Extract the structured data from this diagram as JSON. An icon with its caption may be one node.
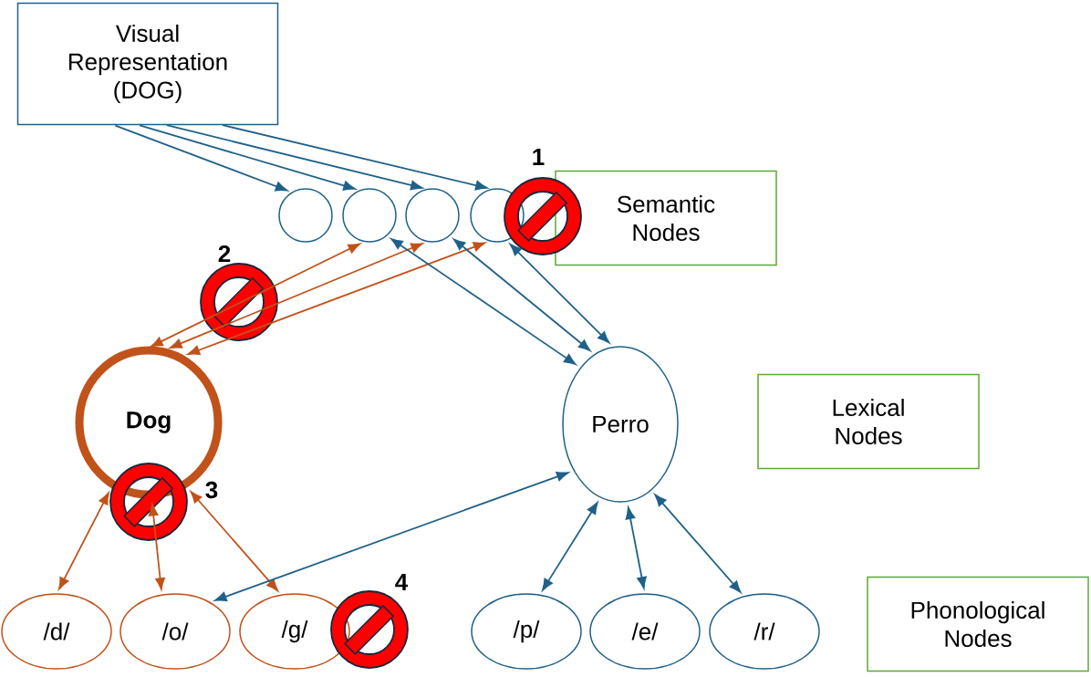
{
  "diagram": {
    "nodes": [
      {
        "text": [
          "Visual Representation (DOG)"
        ]
      },
      {
        "text": [],
        "shape": "circle"
      },
      {
        "text": [],
        "shape": "circle"
      },
      {
        "text": [],
        "shape": "circle"
      },
      {
        "text": [],
        "shape": "circle"
      },
      {
        "text": [
          "Semantic Nodes"
        ]
      },
      {
        "text": [
          "Dog"
        ]
      },
      {
        "text": [
          "Perro"
        ]
      },
      {
        "text": [
          "Lexical Nodes"
        ]
      },
      {
        "text": [
          "/d/"
        ]
      },
      {
        "text": [
          "/o/"
        ]
      },
      {
        "text": [
          "/g/"
        ]
      },
      {
        "text": [
          "/p/"
        ]
      },
      {
        "text": [
          "/e/"
        ]
      },
      {
        "text": [
          "/r/"
        ]
      },
      {
        "text": [
          "Phonological Nodes"
        ]
      }
    ],
    "edges": [
      {
        "from": 0,
        "to": 1,
        "arrow": "to"
      },
      {
        "from": 0,
        "to": 2,
        "arrow": "to"
      },
      {
        "from": 0,
        "to": 3,
        "arrow": "to"
      },
      {
        "from": 0,
        "to": 4,
        "arrow": "to"
      },
      {
        "from": 6,
        "to": 2,
        "arrow": "both",
        "color": "#c0521a"
      },
      {
        "from": 6,
        "to": 3,
        "arrow": "both",
        "color": "#c0521a"
      },
      {
        "from": 6,
        "to": 4,
        "arrow": "both",
        "color": "#c0521a"
      },
      {
        "from": 7,
        "to": 2,
        "arrow": "both"
      },
      {
        "from": 7,
        "to": 3,
        "arrow": "both"
      },
      {
        "from": 7,
        "to": 4,
        "arrow": "both"
      },
      {
        "from": 6,
        "to": 9,
        "arrow": "both",
        "color": "#c0521a"
      },
      {
        "from": 6,
        "to": 10,
        "arrow": "both",
        "color": "#c0521a"
      },
      {
        "from": 6,
        "to": 11,
        "arrow": "both",
        "color": "#c0521a"
      },
      {
        "from": 7,
        "to": 10,
        "arrow": "both"
      },
      {
        "from": 7,
        "to": 12,
        "arrow": "both"
      },
      {
        "from": 7,
        "to": 13,
        "arrow": "both"
      },
      {
        "from": 7,
        "to": 14,
        "arrow": "both"
      }
    ],
    "labels": [
      "1",
      "2",
      "3",
      "4"
    ]
  }
}
